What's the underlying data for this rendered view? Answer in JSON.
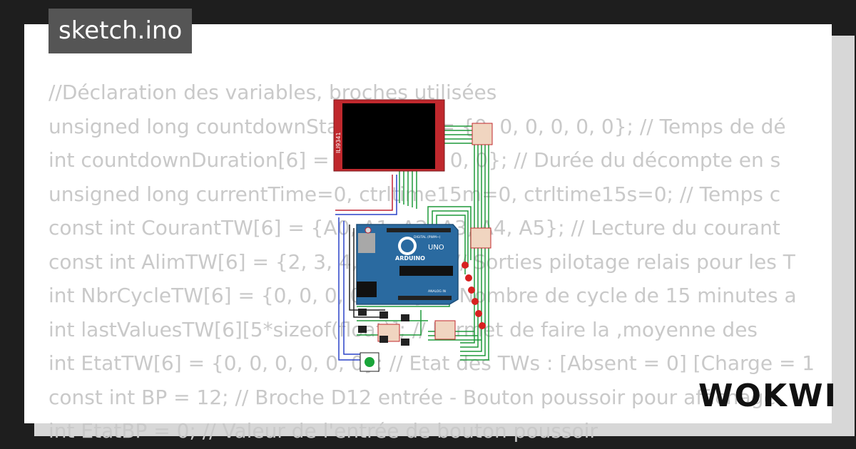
{
  "title_tab": "sketch.ino",
  "code_lines": [
    "//Déclaration des variables, broches utilisées",
    "unsigned long countdownStartTime[6] = {0, 0, 0, 0, 0, 0}; // Temps de dé",
    "int countdownDuration[6] = {0, 0, 0, 0, 0, 0}; // Durée du décompte en s",
    "unsigned long currentTime=0, ctrltime15m=0, ctrltime15s=0; // Temps c",
    "const int CourantTW[6] = {A0, A1, A2, A3, A4, A5}; // Lecture du courant",
    "const int AlimTW[6] = {2, 3, 4, 5, 6, 7}; // Sorties pilotage relais pour les T",
    "int NbrCycleTW[6] = {0, 0, 0, 0, 0, 0}; // Nombre de cycle de 15 minutes a",
    "int lastValuesTW[6][5*sizeof(float)]; // Permet de faire la ,moyenne des",
    "int EtatTW[6] = {0, 0, 0, 0, 0, 0}; // Etat des TWs : [Absent = 0] [Charge = 1",
    "const int BP = 12; // Broche D12 entrée - Bouton poussoir pour affichage",
    "int EtatBP = 0; // Valeur de l'entrée de bouton poussoir"
  ],
  "diagram": {
    "display_label": "ILI9341",
    "board_label": "ARDUINO",
    "board_model": "UNO",
    "digital_label": "DIGITAL (PWM~)",
    "analog_label": "ANALOG IN"
  },
  "logo_text": "WOKWI",
  "colors": {
    "background": "#1e1e1e",
    "card": "#ffffff",
    "card_shadow": "#d7d7d7",
    "tab": "#555555",
    "code_text": "#c9c9c9",
    "display_pcb": "#c0282d",
    "arduino_blue": "#2a6aa0",
    "wire_green": "#1f9a3a",
    "led_red": "#d82020",
    "button_green": "#1aa53a"
  }
}
